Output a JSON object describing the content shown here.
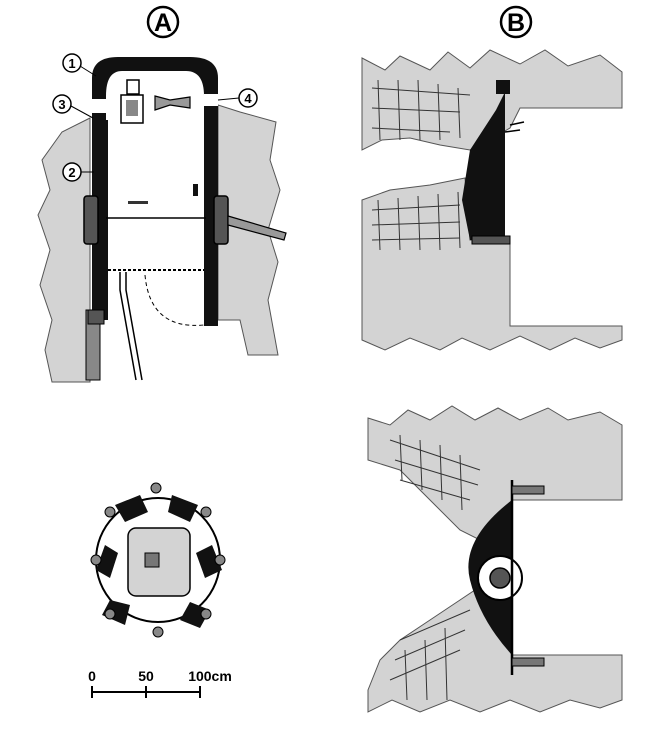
{
  "panels": {
    "a_label": "A",
    "b_label": "B"
  },
  "callouts": [
    "1",
    "2",
    "3",
    "4"
  ],
  "scale_bar": {
    "ticks": [
      "0",
      "50",
      "100cm"
    ]
  },
  "colors": {
    "rock": "#d3d3d3",
    "wall": "#111111",
    "line": "#000000",
    "grid": "#333333"
  }
}
